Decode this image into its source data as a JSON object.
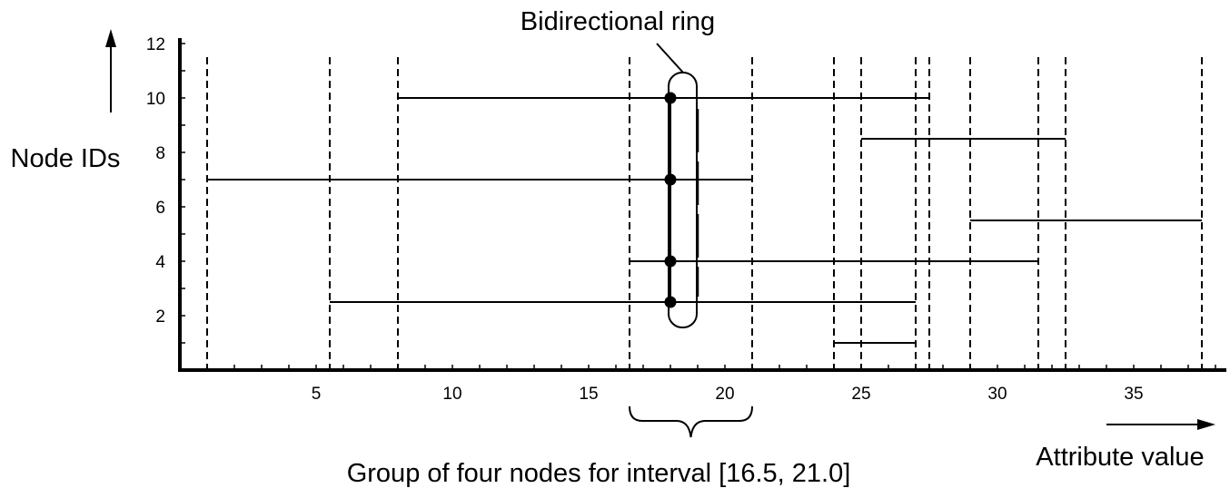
{
  "chart_data": {
    "type": "interval-diagram",
    "title": "",
    "xlabel": "Attribute value",
    "ylabel": "Node IDs",
    "xlim": [
      0,
      38
    ],
    "ylim": [
      0,
      12
    ],
    "x_ticks": [
      5,
      10,
      15,
      20,
      25,
      30,
      35
    ],
    "y_ticks": [
      2,
      4,
      6,
      8,
      10,
      12
    ],
    "intervals": [
      {
        "x0": 8.0,
        "x1": 27.5,
        "y": 10.0
      },
      {
        "x0": 25.0,
        "x1": 32.5,
        "y": 8.5
      },
      {
        "x0": 1.0,
        "x1": 21.0,
        "y": 7.0
      },
      {
        "x0": 29.0,
        "x1": 37.5,
        "y": 5.5
      },
      {
        "x0": 16.5,
        "x1": 31.5,
        "y": 4.0
      },
      {
        "x0": 5.5,
        "x1": 27.0,
        "y": 2.5
      },
      {
        "x0": 24.0,
        "x1": 27.0,
        "y": 1.0
      }
    ],
    "boundaries": [
      1.0,
      5.5,
      8.0,
      16.5,
      21.0,
      24.0,
      25.0,
      27.0,
      27.5,
      29.0,
      31.5,
      32.5,
      37.5
    ],
    "ring": {
      "x": 18.0,
      "nodes_y": [
        10.0,
        7.0,
        4.0,
        2.5
      ]
    },
    "highlight_interval": [
      16.5,
      21.0
    ],
    "annotations": {
      "ring_label": "Bidirectional ring",
      "group_label": "Group of four nodes for interval [16.5, 21.0]"
    }
  }
}
